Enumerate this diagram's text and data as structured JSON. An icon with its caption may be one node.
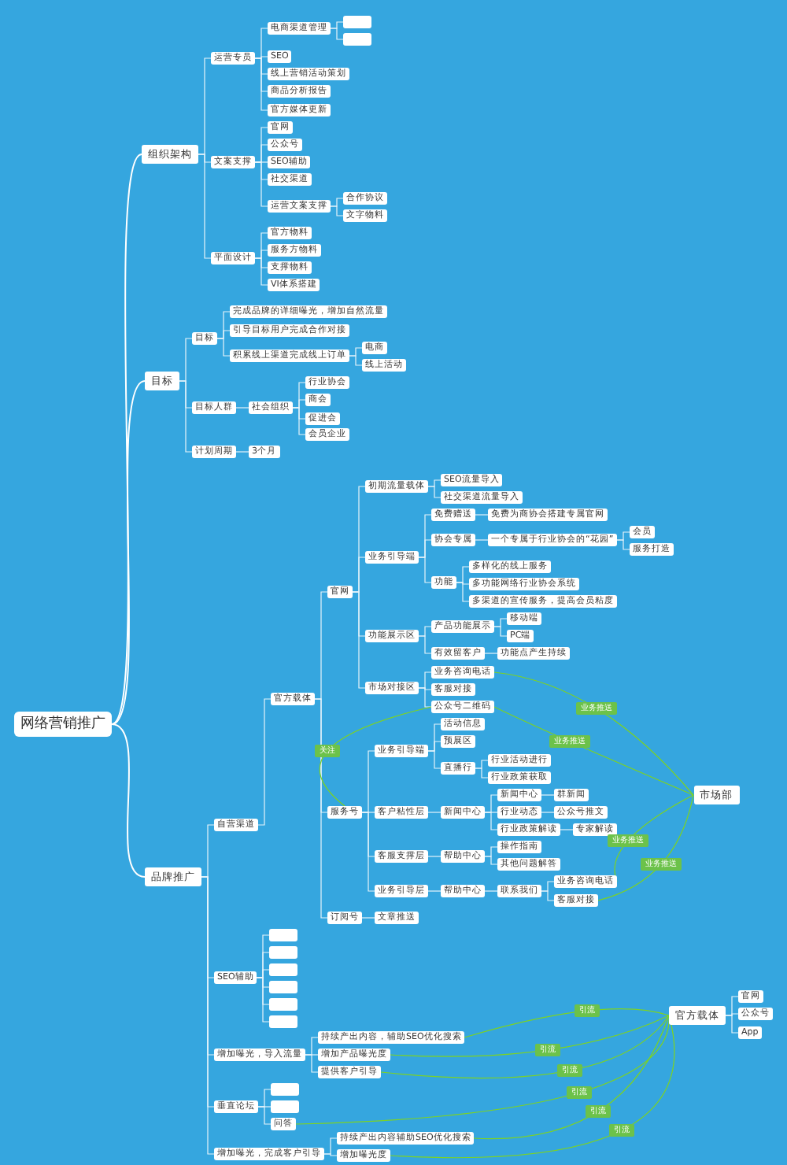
{
  "diagram": {
    "nodes": [
      {
        "text": [
          "网络营销推广"
        ]
      },
      {
        "text": [
          "组织架构"
        ]
      },
      {
        "text": [
          "运营专员"
        ]
      },
      {
        "text": [
          "电商渠道管理"
        ]
      },
      {
        "text": [],
        "shape": "box"
      },
      {
        "text": [],
        "shape": "box"
      },
      {
        "text": [
          "SEO"
        ]
      },
      {
        "text": [
          "线上营销活动策划"
        ]
      },
      {
        "text": [
          "商品分析报告"
        ]
      },
      {
        "text": [
          "官方媒体更新"
        ]
      },
      {
        "text": [
          "文案支撑"
        ]
      },
      {
        "text": [
          "官网"
        ]
      },
      {
        "text": [
          "公众号"
        ]
      },
      {
        "text": [
          "SEO辅助"
        ]
      },
      {
        "text": [
          "社交渠道"
        ]
      },
      {
        "text": [
          "运营文案支撑"
        ]
      },
      {
        "text": [
          "合作协议"
        ]
      },
      {
        "text": [
          "文字物料"
        ]
      },
      {
        "text": [
          "平面设计"
        ]
      },
      {
        "text": [
          "官方物料"
        ]
      },
      {
        "text": [
          "服务方物料"
        ]
      },
      {
        "text": [
          "支撑物料"
        ]
      },
      {
        "text": [
          "VI体系搭建"
        ]
      },
      {
        "text": [
          "目标"
        ]
      },
      {
        "text": [
          "目标"
        ]
      },
      {
        "text": [
          "完成品牌的详细曝光，增加自然流量"
        ]
      },
      {
        "text": [
          "引导目标用户完成合作对接"
        ]
      },
      {
        "text": [
          "积累线上渠道完成线上订单"
        ]
      },
      {
        "text": [
          "电商"
        ]
      },
      {
        "text": [
          "线上活动"
        ]
      },
      {
        "text": [
          "目标人群"
        ]
      },
      {
        "text": [
          "社会组织"
        ]
      },
      {
        "text": [
          "行业协会"
        ]
      },
      {
        "text": [
          "商会"
        ]
      },
      {
        "text": [
          "促进会"
        ]
      },
      {
        "text": [
          "会员企业"
        ]
      },
      {
        "text": [
          "计划周期"
        ]
      },
      {
        "text": [
          "3个月"
        ]
      },
      {
        "text": [
          "品牌推广"
        ]
      },
      {
        "text": [
          "自营渠道"
        ]
      },
      {
        "text": [
          "官方载体"
        ]
      },
      {
        "text": [
          "官网"
        ]
      },
      {
        "text": [
          "初期流量载体"
        ]
      },
      {
        "text": [
          "SEO流量导入"
        ]
      },
      {
        "text": [
          "社交渠道流量导入"
        ]
      },
      {
        "text": [
          "业务引导端"
        ]
      },
      {
        "text": [
          "免费赠送"
        ]
      },
      {
        "text": [
          "免费为商协会搭建专属官网"
        ]
      },
      {
        "text": [
          "协会专属"
        ]
      },
      {
        "text": [
          "一个专属于行业协会的“花园”"
        ]
      },
      {
        "text": [
          "会员"
        ]
      },
      {
        "text": [
          "服务打造"
        ]
      },
      {
        "text": [
          "功能"
        ]
      },
      {
        "text": [
          "多样化的线上服务"
        ]
      },
      {
        "text": [
          "多功能网络行业协会系统"
        ]
      },
      {
        "text": [
          "多渠道的宣传服务，提高会员粘度"
        ]
      },
      {
        "text": [
          "功能展示区"
        ]
      },
      {
        "text": [
          "产品功能展示"
        ]
      },
      {
        "text": [
          "移动端"
        ]
      },
      {
        "text": [
          "PC端"
        ]
      },
      {
        "text": [
          "有效留客户"
        ]
      },
      {
        "text": [
          "功能点产生持续"
        ]
      },
      {
        "text": [
          "市场对接区"
        ]
      },
      {
        "text": [
          "业务咨询电话"
        ]
      },
      {
        "text": [
          "客服对接"
        ]
      },
      {
        "text": [
          "公众号二维码"
        ]
      },
      {
        "text": [
          "服务号"
        ]
      },
      {
        "text": [
          "业务引导端"
        ]
      },
      {
        "text": [
          "活动信息"
        ]
      },
      {
        "text": [
          "预展区"
        ]
      },
      {
        "text": [
          "直播行"
        ]
      },
      {
        "text": [
          "行业活动进行"
        ]
      },
      {
        "text": [
          "行业政策获取"
        ]
      },
      {
        "text": [
          "客户粘性层"
        ]
      },
      {
        "text": [
          "新闻中心"
        ]
      },
      {
        "text": [
          "新闻中心"
        ]
      },
      {
        "text": [
          "群新闻"
        ]
      },
      {
        "text": [
          "行业动态"
        ]
      },
      {
        "text": [
          "公众号推文"
        ]
      },
      {
        "text": [
          "行业政策解读"
        ]
      },
      {
        "text": [
          "专家解读"
        ]
      },
      {
        "text": [
          "客服支撑层"
        ]
      },
      {
        "text": [
          "帮助中心"
        ]
      },
      {
        "text": [
          "操作指南"
        ]
      },
      {
        "text": [
          "其他问题解答"
        ]
      },
      {
        "text": [
          "业务引导层"
        ]
      },
      {
        "text": [
          "帮助中心"
        ]
      },
      {
        "text": [
          "联系我们"
        ]
      },
      {
        "text": [
          "业务咨询电话"
        ]
      },
      {
        "text": [
          "客服对接"
        ]
      },
      {
        "text": [
          "订阅号"
        ]
      },
      {
        "text": [
          "文章推送"
        ]
      },
      {
        "text": [
          "SEO辅助"
        ]
      },
      {
        "text": [],
        "shape": "box"
      },
      {
        "text": [],
        "shape": "box"
      },
      {
        "text": [],
        "shape": "box"
      },
      {
        "text": [],
        "shape": "box"
      },
      {
        "text": [],
        "shape": "box"
      },
      {
        "text": [],
        "shape": "box"
      },
      {
        "text": [
          "增加曝光，导入流量"
        ]
      },
      {
        "text": [
          "持续产出内容，辅助SEO优化搜索"
        ]
      },
      {
        "text": [
          "增加产品曝光度"
        ]
      },
      {
        "text": [
          "提供客户引导"
        ]
      },
      {
        "text": [
          "垂直论坛"
        ]
      },
      {
        "text": [],
        "shape": "box"
      },
      {
        "text": [],
        "shape": "box"
      },
      {
        "text": [
          "问答"
        ]
      },
      {
        "text": [
          "增加曝光，完成客户引导"
        ]
      },
      {
        "text": [
          "持续产出内容辅助SEO优化搜索"
        ]
      },
      {
        "text": [
          "增加曝光度"
        ]
      },
      {
        "text": [
          "市场部"
        ]
      },
      {
        "text": [
          "官方载体"
        ]
      },
      {
        "text": [
          "官网"
        ]
      },
      {
        "text": [
          "公众号"
        ]
      },
      {
        "text": [
          "App"
        ]
      }
    ],
    "edges": [
      {
        "from": 0,
        "to": 1,
        "arrow": "none"
      },
      {
        "from": 1,
        "to": 2,
        "arrow": "none"
      },
      {
        "from": 2,
        "to": 3,
        "arrow": "none"
      },
      {
        "from": 3,
        "to": 4,
        "arrow": "none"
      },
      {
        "from": 3,
        "to": 5,
        "arrow": "none"
      },
      {
        "from": 2,
        "to": 6,
        "arrow": "none"
      },
      {
        "from": 2,
        "to": 7,
        "arrow": "none"
      },
      {
        "from": 2,
        "to": 8,
        "arrow": "none"
      },
      {
        "from": 2,
        "to": 9,
        "arrow": "none"
      },
      {
        "from": 1,
        "to": 10,
        "arrow": "none"
      },
      {
        "from": 10,
        "to": 11,
        "arrow": "none"
      },
      {
        "from": 10,
        "to": 12,
        "arrow": "none"
      },
      {
        "from": 10,
        "to": 13,
        "arrow": "none"
      },
      {
        "from": 10,
        "to": 14,
        "arrow": "none"
      },
      {
        "from": 10,
        "to": 15,
        "arrow": "none"
      },
      {
        "from": 15,
        "to": 16,
        "arrow": "none"
      },
      {
        "from": 15,
        "to": 17,
        "arrow": "none"
      },
      {
        "from": 1,
        "to": 18,
        "arrow": "none"
      },
      {
        "from": 18,
        "to": 19,
        "arrow": "none"
      },
      {
        "from": 18,
        "to": 20,
        "arrow": "none"
      },
      {
        "from": 18,
        "to": 21,
        "arrow": "none"
      },
      {
        "from": 18,
        "to": 22,
        "arrow": "none"
      },
      {
        "from": 0,
        "to": 23,
        "arrow": "none"
      },
      {
        "from": 23,
        "to": 24,
        "arrow": "none"
      },
      {
        "from": 24,
        "to": 25,
        "arrow": "none"
      },
      {
        "from": 24,
        "to": 26,
        "arrow": "none"
      },
      {
        "from": 24,
        "to": 27,
        "arrow": "none"
      },
      {
        "from": 27,
        "to": 28,
        "arrow": "none"
      },
      {
        "from": 27,
        "to": 29,
        "arrow": "none"
      },
      {
        "from": 23,
        "to": 30,
        "arrow": "none"
      },
      {
        "from": 30,
        "to": 31,
        "arrow": "none"
      },
      {
        "from": 31,
        "to": 32,
        "arrow": "none"
      },
      {
        "from": 31,
        "to": 33,
        "arrow": "none"
      },
      {
        "from": 31,
        "to": 34,
        "arrow": "none"
      },
      {
        "from": 31,
        "to": 35,
        "arrow": "none"
      },
      {
        "from": 23,
        "to": 36,
        "arrow": "none"
      },
      {
        "from": 36,
        "to": 37,
        "arrow": "none"
      },
      {
        "from": 0,
        "to": 38,
        "arrow": "none"
      },
      {
        "from": 38,
        "to": 39,
        "arrow": "none"
      },
      {
        "from": 39,
        "to": 40,
        "arrow": "none"
      },
      {
        "from": 40,
        "to": 41,
        "arrow": "none"
      },
      {
        "from": 41,
        "to": 42,
        "arrow": "none"
      },
      {
        "from": 42,
        "to": 43,
        "arrow": "none"
      },
      {
        "from": 42,
        "to": 44,
        "arrow": "none"
      },
      {
        "from": 41,
        "to": 45,
        "arrow": "none"
      },
      {
        "from": 45,
        "to": 46,
        "arrow": "none"
      },
      {
        "from": 46,
        "to": 47,
        "arrow": "none"
      },
      {
        "from": 45,
        "to": 48,
        "arrow": "none"
      },
      {
        "from": 48,
        "to": 49,
        "arrow": "none"
      },
      {
        "from": 49,
        "to": 50,
        "arrow": "none"
      },
      {
        "from": 49,
        "to": 51,
        "arrow": "none"
      },
      {
        "from": 45,
        "to": 52,
        "arrow": "none"
      },
      {
        "from": 52,
        "to": 53,
        "arrow": "none"
      },
      {
        "from": 52,
        "to": 54,
        "arrow": "none"
      },
      {
        "from": 52,
        "to": 55,
        "arrow": "none"
      },
      {
        "from": 41,
        "to": 56,
        "arrow": "none"
      },
      {
        "from": 56,
        "to": 57,
        "arrow": "none"
      },
      {
        "from": 57,
        "to": 58,
        "arrow": "none"
      },
      {
        "from": 57,
        "to": 59,
        "arrow": "none"
      },
      {
        "from": 56,
        "to": 60,
        "arrow": "none"
      },
      {
        "from": 60,
        "to": 61,
        "arrow": "none"
      },
      {
        "from": 41,
        "to": 62,
        "arrow": "none"
      },
      {
        "from": 62,
        "to": 63,
        "arrow": "none"
      },
      {
        "from": 62,
        "to": 64,
        "arrow": "none"
      },
      {
        "from": 62,
        "to": 65,
        "arrow": "none"
      },
      {
        "from": 40,
        "to": 66,
        "arrow": "none"
      },
      {
        "from": 66,
        "to": 67,
        "arrow": "none"
      },
      {
        "from": 67,
        "to": 68,
        "arrow": "none"
      },
      {
        "from": 67,
        "to": 69,
        "arrow": "none"
      },
      {
        "from": 67,
        "to": 70,
        "arrow": "none"
      },
      {
        "from": 70,
        "to": 71,
        "arrow": "none"
      },
      {
        "from": 70,
        "to": 72,
        "arrow": "none"
      },
      {
        "from": 66,
        "to": 73,
        "arrow": "none"
      },
      {
        "from": 73,
        "to": 74,
        "arrow": "none"
      },
      {
        "from": 74,
        "to": 75,
        "arrow": "none"
      },
      {
        "from": 75,
        "to": 76,
        "arrow": "none"
      },
      {
        "from": 74,
        "to": 77,
        "arrow": "none"
      },
      {
        "from": 77,
        "to": 78,
        "arrow": "none"
      },
      {
        "from": 74,
        "to": 79,
        "arrow": "none"
      },
      {
        "from": 79,
        "to": 80,
        "arrow": "none"
      },
      {
        "from": 66,
        "to": 81,
        "arrow": "none"
      },
      {
        "from": 81,
        "to": 82,
        "arrow": "none"
      },
      {
        "from": 82,
        "to": 83,
        "arrow": "none"
      },
      {
        "from": 82,
        "to": 84,
        "arrow": "none"
      },
      {
        "from": 66,
        "to": 85,
        "arrow": "none"
      },
      {
        "from": 85,
        "to": 86,
        "arrow": "none"
      },
      {
        "from": 86,
        "to": 87,
        "arrow": "none"
      },
      {
        "from": 87,
        "to": 88,
        "arrow": "none"
      },
      {
        "from": 87,
        "to": 89,
        "arrow": "none"
      },
      {
        "from": 40,
        "to": 90,
        "arrow": "none"
      },
      {
        "from": 90,
        "to": 91,
        "arrow": "none"
      },
      {
        "from": 38,
        "to": 92,
        "arrow": "none"
      },
      {
        "from": 92,
        "to": 93,
        "arrow": "none"
      },
      {
        "from": 92,
        "to": 94,
        "arrow": "none"
      },
      {
        "from": 92,
        "to": 95,
        "arrow": "none"
      },
      {
        "from": 92,
        "to": 96,
        "arrow": "none"
      },
      {
        "from": 92,
        "to": 97,
        "arrow": "none"
      },
      {
        "from": 92,
        "to": 98,
        "arrow": "none"
      },
      {
        "from": 38,
        "to": 99,
        "arrow": "none"
      },
      {
        "from": 99,
        "to": 100,
        "arrow": "none"
      },
      {
        "from": 99,
        "to": 101,
        "arrow": "none"
      },
      {
        "from": 99,
        "to": 102,
        "arrow": "none"
      },
      {
        "from": 38,
        "to": 103,
        "arrow": "none"
      },
      {
        "from": 103,
        "to": 104,
        "arrow": "none"
      },
      {
        "from": 103,
        "to": 105,
        "arrow": "none"
      },
      {
        "from": 103,
        "to": 106,
        "arrow": "none"
      },
      {
        "from": 38,
        "to": 107,
        "arrow": "none"
      },
      {
        "from": 107,
        "to": 108,
        "arrow": "none"
      },
      {
        "from": 107,
        "to": 109,
        "arrow": "none"
      },
      {
        "from": 111,
        "to": 112,
        "arrow": "none"
      },
      {
        "from": 111,
        "to": 113,
        "arrow": "none"
      },
      {
        "from": 111,
        "to": 114,
        "arrow": "none"
      },
      {
        "from": 66,
        "to": 65,
        "arrow": "none",
        "label": "关注",
        "color": "#7ed321"
      },
      {
        "from": 63,
        "to": 110,
        "arrow": "none",
        "label": "业务推送",
        "color": "#7ed321"
      },
      {
        "from": 65,
        "to": 110,
        "arrow": "none",
        "label": "业务推送",
        "color": "#7ed321"
      },
      {
        "from": 88,
        "to": 110,
        "arrow": "none",
        "label": "业务推送",
        "color": "#7ed321"
      },
      {
        "from": 89,
        "to": 110,
        "arrow": "none",
        "label": "业务推送",
        "color": "#7ed321"
      },
      {
        "from": 100,
        "to": 111,
        "arrow": "none",
        "label": "引流",
        "color": "#7ed321"
      },
      {
        "from": 101,
        "to": 111,
        "arrow": "none",
        "label": "引流",
        "color": "#7ed321"
      },
      {
        "from": 102,
        "to": 111,
        "arrow": "none",
        "label": "引流",
        "color": "#7ed321"
      },
      {
        "from": 106,
        "to": 111,
        "arrow": "none",
        "label": "引流",
        "color": "#7ed321"
      },
      {
        "from": 108,
        "to": 111,
        "arrow": "none",
        "label": "引流",
        "color": "#7ed321"
      },
      {
        "from": 109,
        "to": 111,
        "arrow": "none",
        "label": "引流",
        "color": "#7ed321"
      }
    ]
  }
}
